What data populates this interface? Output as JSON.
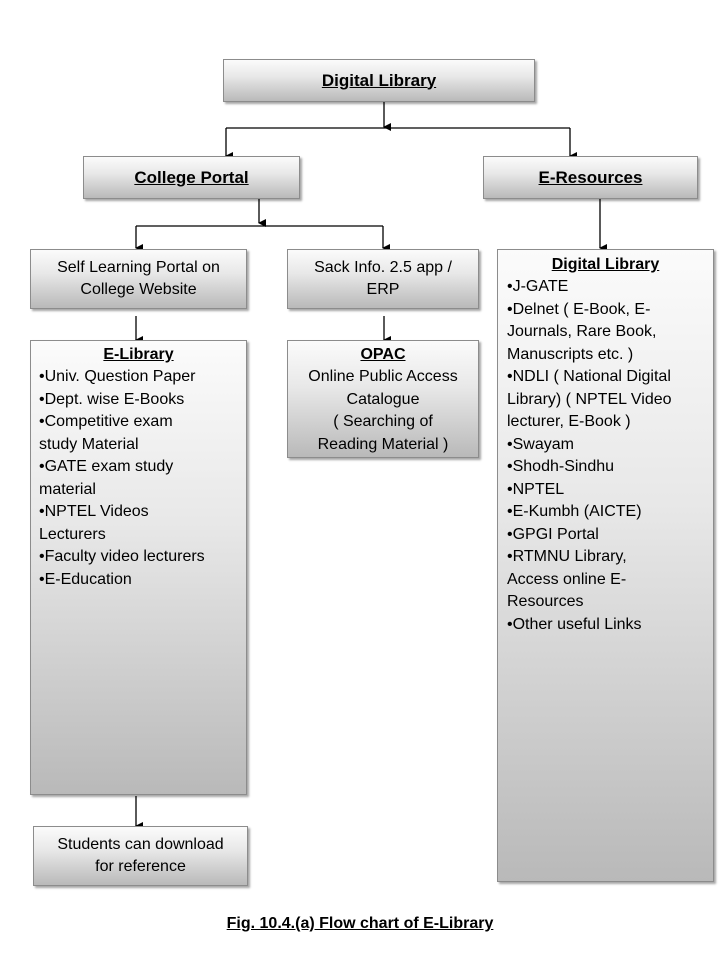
{
  "nodes": {
    "digital_library_top": "Digital Library",
    "college_portal": "College Portal",
    "e_resources": "E-Resources",
    "self_learning": [
      "Self Learning Portal on",
      "College Website"
    ],
    "sack_info": [
      "Sack Info. 2.5 app /",
      "ERP"
    ],
    "e_library": {
      "heading": "E-Library",
      "lines": [
        "•Univ. Question Paper",
        "•Dept. wise E-Books",
        "•Competitive exam",
        "study Material",
        "•GATE exam study",
        "material",
        "•NPTEL Videos",
        "Lecturers",
        "•Faculty video lecturers",
        "•E-Education"
      ]
    },
    "opac": {
      "heading": "OPAC",
      "lines": [
        "Online Public Access",
        "Catalogue",
        "( Searching of",
        "Reading Material )"
      ]
    },
    "digital_library_right": {
      "heading": "Digital Library",
      "lines": [
        "•J-GATE",
        "•Delnet ( E-Book, E-",
        "Journals, Rare Book,",
        "Manuscripts etc. )",
        "•NDLI ( National Digital",
        "Library) ( NPTEL Video",
        "lecturer, E-Book )",
        "•Swayam",
        "•Shodh-Sindhu",
        "•NPTEL",
        "•E-Kumbh (AICTE)",
        "•GPGI Portal",
        "•RTMNU Library,",
        "Access online E-",
        "Resources",
        "•Other useful Links"
      ]
    },
    "students": [
      "Students can download",
      "for reference"
    ]
  },
  "caption": "Fig. 10.4.(a) Flow chart of E-Library"
}
